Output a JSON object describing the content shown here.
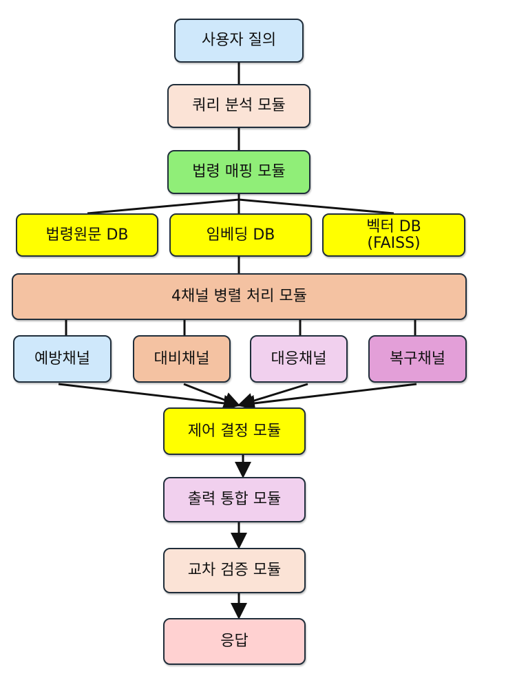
{
  "nodes": {
    "query": "사용자 질의",
    "analysis": "쿼리 분석 모듈",
    "mapping": "법령 매핑 모듈",
    "db_law": "법령원문 DB",
    "db_embed": "임베딩 DB",
    "db_vector_1": "벡터 DB",
    "db_vector_2": "(FAISS)",
    "parallel": "4채널 병렬 처리 모듈",
    "ch_prevent": "예방채널",
    "ch_prepare": "대비채널",
    "ch_respond": "대응채널",
    "ch_recover": "복구채널",
    "control": "제어 결정 모듈",
    "output": "출력 통합 모듈",
    "verify": "교차 검증 모듈",
    "response": "응답"
  },
  "colors": {
    "blue": "#cfe8fb",
    "peach": "#fbe3d6",
    "green": "#90ee78",
    "yellow": "#ffff00",
    "salmon": "#f4c2a2",
    "lilac": "#f1d0ee",
    "magenta": "#e39fd8",
    "pink": "#ffd1d1"
  }
}
